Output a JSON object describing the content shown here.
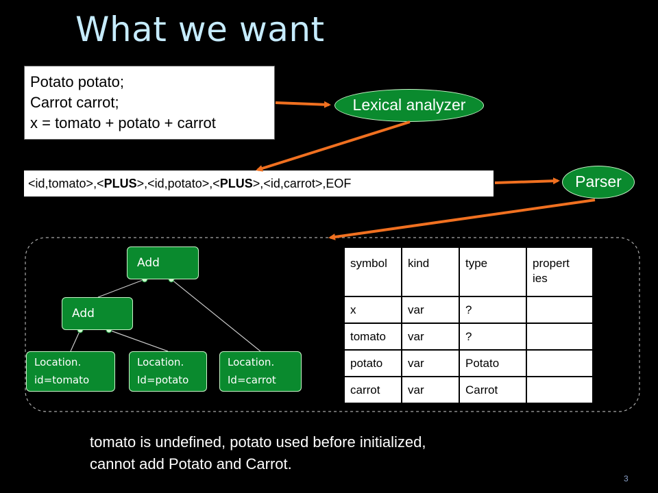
{
  "title": "What we want",
  "source_code": {
    "lines": [
      "Potato potato;",
      "Carrot carrot;",
      "x = tomato + potato + carrot"
    ]
  },
  "stages": {
    "lexer": "Lexical analyzer",
    "parser": "Parser"
  },
  "tokens": {
    "parts": [
      {
        "text": "<id,tomato>",
        "bold": false
      },
      {
        "text": ",",
        "bold": false
      },
      {
        "text": "<PLUS>",
        "bold": "partial"
      },
      {
        "text": ",",
        "bold": false
      },
      {
        "text": "<id,potato>",
        "bold": false
      },
      {
        "text": ",",
        "bold": false
      },
      {
        "text": "<PLUS>",
        "bold": "partial"
      },
      {
        "text": ",",
        "bold": false
      },
      {
        "text": "<id,carrot>",
        "bold": false
      },
      {
        "text": ",EOF",
        "bold": false
      }
    ]
  },
  "ast": {
    "add_top": "Add",
    "add_inner": "Add",
    "leaves": [
      {
        "line1": "Location.",
        "line2": "id=tomato"
      },
      {
        "line1": "Location.",
        "line2": "Id=potato"
      },
      {
        "line1": "Location.",
        "line2": "Id=carrot"
      }
    ]
  },
  "symbol_table": {
    "headers": [
      "symbol",
      "kind",
      "type",
      "propert\nies"
    ],
    "header_lines": [
      [
        "symbol"
      ],
      [
        "kind"
      ],
      [
        "type"
      ],
      [
        "propert",
        "ies"
      ]
    ],
    "rows": [
      [
        "x",
        "var",
        "?",
        ""
      ],
      [
        "tomato",
        "var",
        "?",
        ""
      ],
      [
        "potato",
        "var",
        "Potato",
        ""
      ],
      [
        "carrot",
        "var",
        "Carrot",
        ""
      ]
    ]
  },
  "note": {
    "line1": "tomato is undefined, potato used before initialized,",
    "line2": "cannot add Potato and Carrot."
  },
  "page_number": "3",
  "colors": {
    "background": "#000000",
    "title": "#c6ecff",
    "node_green": "#0a8a2e",
    "arrow_orange": "#f07020"
  }
}
